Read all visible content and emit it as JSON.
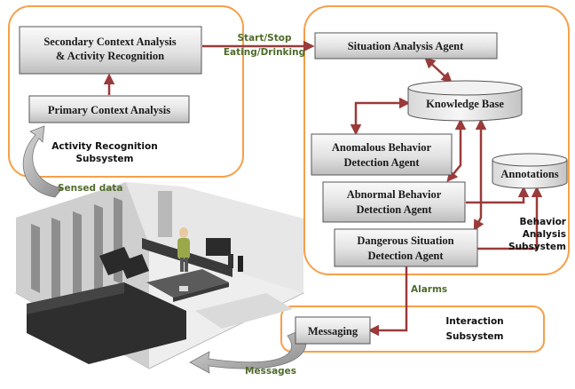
{
  "subsystems": {
    "activity_recognition": {
      "line1": "Activity Recognition",
      "line2": "Subsystem"
    },
    "behavior_analysis": {
      "line1": "Behavior",
      "line2": "Analysis",
      "line3": "Subsystem"
    },
    "interaction": {
      "line1": "Interaction",
      "line2": "Subsystem"
    }
  },
  "boxes": {
    "secondary_context": {
      "line1": "Secondary Context Analysis",
      "line2": "& Activity Recognition"
    },
    "primary_context": {
      "line1": "Primary Context Analysis"
    },
    "situation_agent": {
      "line1": "Situation Analysis Agent"
    },
    "knowledge_base": {
      "line1": "Knowledge Base"
    },
    "anomalous_agent": {
      "line1": "Anomalous Behavior",
      "line2": "Detection Agent"
    },
    "abnormal_agent": {
      "line1": "Abnormal Behavior",
      "line2": "Detection Agent"
    },
    "dangerous_agent": {
      "line1": "Dangerous Situation",
      "line2": "Detection Agent"
    },
    "annotations": {
      "line1": "Annotations"
    },
    "messaging": {
      "line1": "Messaging"
    }
  },
  "labels": {
    "start_stop": "Start/Stop",
    "eating_drinking": "Eating/Drinking",
    "sensed_data": "Sensed data",
    "alarms": "Alarms",
    "messages": "Messages"
  },
  "colors": {
    "subsystem_border": "#f5a04a",
    "arrow": "#9b3a3a",
    "label_green": "#4f6b2a"
  }
}
